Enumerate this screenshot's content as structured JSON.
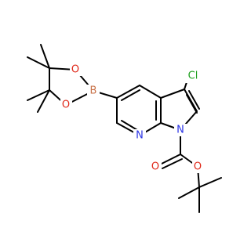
{
  "molecule": {
    "atoms": {
      "chlorine": "Cl",
      "boron": "B",
      "oxygen_top": "O",
      "oxygen_bottom": "O",
      "nitrogen_pyridine": "N",
      "nitrogen_pyrrole": "N",
      "oxygen_carbonyl": "O",
      "oxygen_ester": "O"
    }
  },
  "colors": {
    "bond": "#000000",
    "chlorine": "#1fa01f",
    "boron": "#c9734a",
    "oxygen": "#e0291a",
    "nitrogen": "#2b34e6"
  }
}
